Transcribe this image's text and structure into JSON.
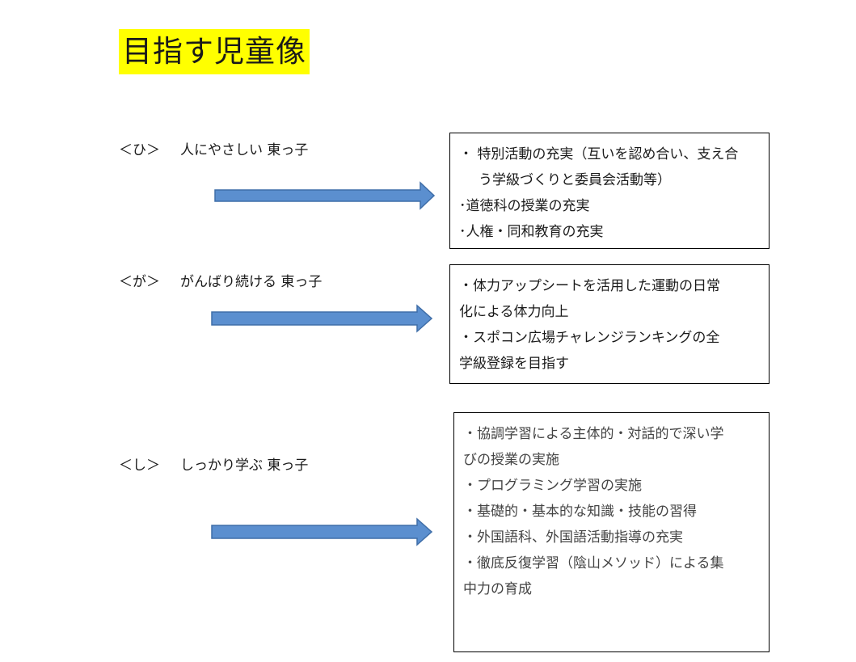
{
  "title": "目指す児童像",
  "goals": [
    {
      "tag": "＜ひ＞",
      "text": "人にやさしい 東っ子",
      "items": [
        {
          "line1": "・ 特別活動の充実（互いを認め合い、支え合",
          "line2": "う学級づくりと委員会活動等）"
        },
        {
          "line1": "･道徳科の授業の充実",
          "line2": ""
        },
        {
          "line1": "･人権・同和教育の充実",
          "line2": ""
        }
      ]
    },
    {
      "tag": "＜が＞",
      "text": "がんばり続ける 東っ子",
      "items": [
        {
          "line1": "・体力アップシートを活用した運動の日常",
          "line2": "化による体力向上"
        },
        {
          "line1": "・スポコン広場チャレンジランキングの全",
          "line2": "学級登録を目指す"
        }
      ]
    },
    {
      "tag": "＜し＞",
      "text": "しっかり学ぶ 東っ子",
      "items": [
        {
          "line1": "・協調学習による主体的・対話的で深い学",
          "line2": "びの授業の実施"
        },
        {
          "line1": "・プログラミング学習の実施",
          "line2": ""
        },
        {
          "line1": "・基礎的・基本的な知識・技能の習得",
          "line2": ""
        },
        {
          "line1": "・外国語科、外国語活動指導の充実",
          "line2": ""
        },
        {
          "line1": "・徹底反復学習（陰山メソッド）による集",
          "line2": "中力の育成"
        }
      ]
    }
  ],
  "colors": {
    "title_highlight": "#ffff00",
    "arrow_fill": "#5b8fcf",
    "arrow_stroke": "#3f6ea8"
  }
}
